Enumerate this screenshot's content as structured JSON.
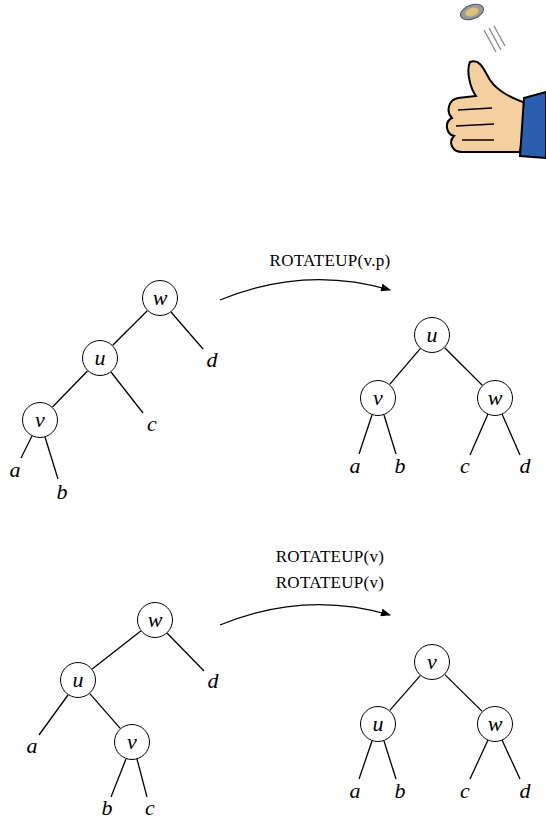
{
  "diagram": {
    "nodes": [
      {
        "text": [
          "w"
        ]
      },
      {
        "text": [
          "u"
        ]
      },
      {
        "text": [
          "v"
        ]
      },
      {
        "text": [
          "u"
        ]
      },
      {
        "text": [
          "v"
        ]
      },
      {
        "text": [
          "w"
        ]
      },
      {
        "text": [
          "w"
        ]
      },
      {
        "text": [
          "u"
        ]
      },
      {
        "text": [
          "v"
        ]
      },
      {
        "text": [
          "v"
        ]
      },
      {
        "text": [
          "u"
        ]
      },
      {
        "text": [
          "w"
        ]
      }
    ],
    "edges": [
      {
        "from": 0,
        "to": 1,
        "arrow": "none"
      },
      {
        "from": 1,
        "to": 2,
        "arrow": "none"
      },
      {
        "from": 3,
        "to": 4,
        "arrow": "none"
      },
      {
        "from": 3,
        "to": 5,
        "arrow": "none"
      },
      {
        "from": 6,
        "to": 7,
        "arrow": "none"
      },
      {
        "from": 7,
        "to": 8,
        "arrow": "none"
      },
      {
        "from": 9,
        "to": 10,
        "arrow": "none"
      },
      {
        "from": 9,
        "to": 11,
        "arrow": "none"
      }
    ],
    "labels": [
      "ROTATEUP(v.p)",
      "a",
      "b",
      "c",
      "d",
      "a",
      "b",
      "c",
      "d",
      "ROTATEUP(v)",
      "ROTATEUP(v)",
      "a",
      "b",
      "c",
      "d",
      "a",
      "b",
      "c",
      "d"
    ]
  }
}
